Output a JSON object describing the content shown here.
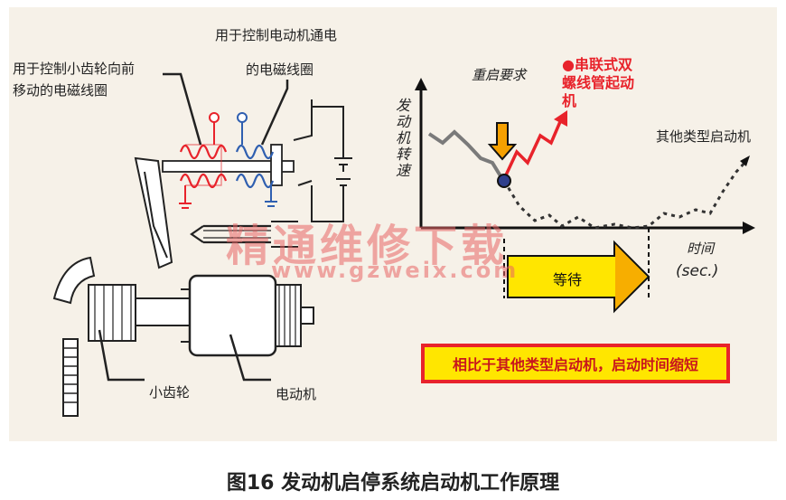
{
  "labels": {
    "pinion_coil": "用于控制小齿轮向前\n移动的电磁线圈",
    "motor_coil_line1": "用于控制电动机通电",
    "motor_coil_line2": "的电磁线圈",
    "pinion": "小齿轮",
    "motor": "电动机"
  },
  "chart": {
    "ylabel": "发动机转速",
    "xlabel": "时间",
    "xunit": "(sec.)",
    "restart_request": "重启要求",
    "series_tandem": "●串联式双螺线管起动机",
    "series_other": "其他类型启动机",
    "wait": "等待"
  },
  "banner": "相比于其他类型启动机，启动时间缩短",
  "watermark": "精通维修下载",
  "watermark_url": "www.gzweix.com",
  "caption": "图16 发动机启停系统启动机工作原理",
  "colors": {
    "tandem_line": "#e8232b",
    "other_line": "#111111",
    "coil_red": "#e8232b",
    "coil_blue": "#2f5fb0",
    "arrow_fill": "#ffe600",
    "arrow_head": "#f5a000"
  }
}
